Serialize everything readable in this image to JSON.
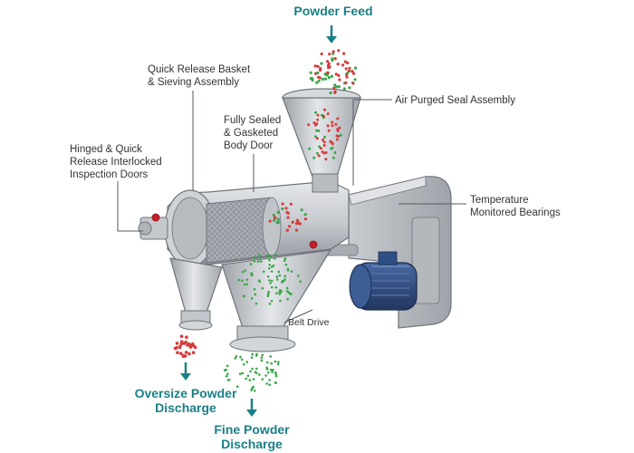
{
  "colors": {
    "accent": "#1a7f86",
    "label_text": "#333333",
    "particle_red": "#d63a3a",
    "particle_green": "#3aa64a",
    "motor_blue": "#2e4f86",
    "steel": "#c8cbd0"
  },
  "flow_labels": {
    "powder_feed": "Powder Feed",
    "oversize": [
      "Oversize Powder",
      "Discharge"
    ],
    "fine": [
      "Fine Powder",
      "Discharge"
    ]
  },
  "callouts": {
    "quick_release_basket": [
      "Quick Release Basket",
      "& Sieving Assembly"
    ],
    "air_purged_seal": "Air Purged Seal Assembly",
    "body_door": [
      "Fully Sealed",
      "& Gasketed",
      "Body Door"
    ],
    "inspection_doors": [
      "Hinged & Quick",
      "Release Interlocked",
      "Inspection Doors"
    ],
    "temperature_bearings": [
      "Temperature",
      "Monitored Bearings"
    ],
    "belt_drive": "Belt Drive"
  },
  "icons": {
    "feed_arrow": "arrow-down-icon",
    "oversize_arrow": "arrow-down-icon",
    "fine_arrow": "arrow-down-icon"
  }
}
